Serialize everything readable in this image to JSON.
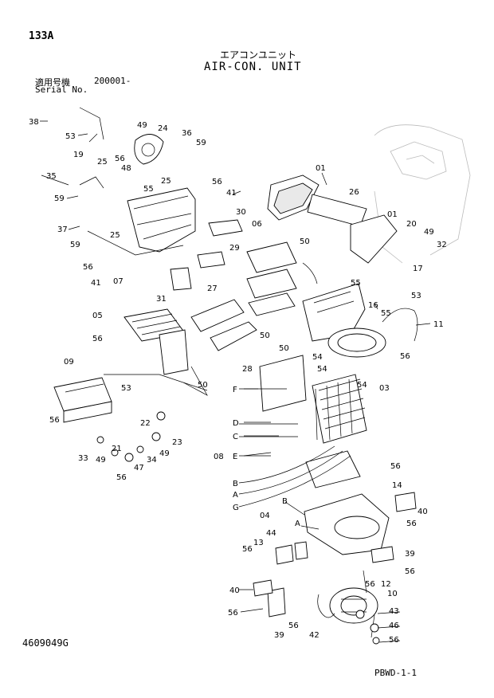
{
  "header": {
    "page_no": "133A",
    "title_jp": "エアコンユニット",
    "title_en": "AIR-CON. UNIT",
    "serial_jp": "適用号機",
    "serial_value": "200001-",
    "serial_en": "Serial No."
  },
  "footer": {
    "doc_id": "4609049G",
    "page_code": "PBWD-1-1"
  },
  "callouts": [
    "133A"
  ],
  "parts": {
    "p01": "01",
    "p03": "03",
    "p04": "04",
    "p05": "05",
    "p06": "06",
    "p07": "07",
    "p08": "08",
    "p09": "09",
    "p10": "10",
    "p11": "11",
    "p12": "12",
    "p13": "13",
    "p14": "14",
    "p16": "16",
    "p17": "17",
    "p19": "19",
    "p20": "20",
    "p21": "21",
    "p22": "22",
    "p23": "23",
    "p24": "24",
    "p25": "25",
    "p26": "26",
    "p27": "27",
    "p28": "28",
    "p29": "29",
    "p30": "30",
    "p31": "31",
    "p32": "32",
    "p33": "33",
    "p34": "34",
    "p35": "35",
    "p36": "36",
    "p37": "37",
    "p38": "38",
    "p39": "39",
    "p40": "40",
    "p41": "41",
    "p42": "42",
    "p43": "43",
    "p44": "44",
    "p46": "46",
    "p47": "47",
    "p48": "48",
    "p49": "49",
    "p50": "50",
    "p53": "53",
    "p54": "54",
    "p55": "55",
    "p56": "56",
    "p59": "59",
    "A": "A",
    "B": "B",
    "C": "C",
    "D": "D",
    "E": "E",
    "F": "F",
    "G": "G"
  }
}
